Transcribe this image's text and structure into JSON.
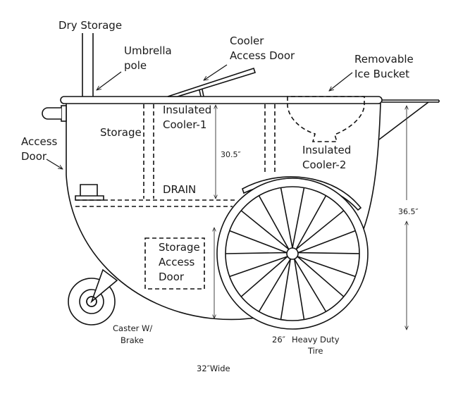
{
  "labels": {
    "dry_storage": "Dry Storage",
    "umbrella_pole": [
      "Umbrella",
      "pole"
    ],
    "cooler_access_door": [
      "Cooler",
      "Access Door"
    ],
    "removable_ice_bucket": [
      "Removable",
      "Ice Bucket"
    ],
    "access_door": [
      "Access",
      "Door"
    ],
    "storage": "Storage",
    "insulated_cooler_1": [
      "Insulated",
      "Cooler-1"
    ],
    "insulated_cooler_2": [
      "Insulated",
      "Cooler-2"
    ],
    "drain": "DRAIN",
    "storage_access_door": [
      "Storage",
      "Access",
      "Door"
    ],
    "caster": [
      "Caster W/",
      "Brake"
    ],
    "tire_size": "26″",
    "tire": [
      "Heavy Duty",
      "Tire"
    ],
    "width": "32″Wide"
  },
  "dimensions": {
    "cooler_height": "30.5″",
    "total_height": "36.5″"
  },
  "wheel": {
    "spokes": 18
  }
}
